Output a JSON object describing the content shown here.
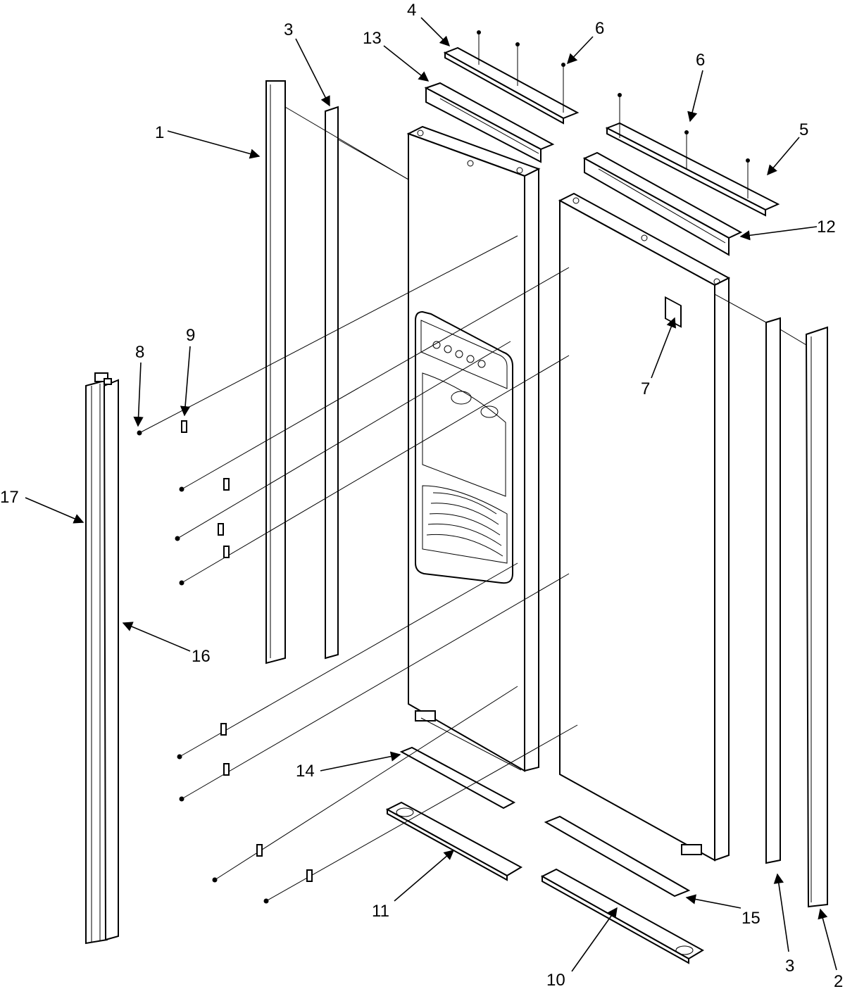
{
  "diagram": {
    "callouts": [
      {
        "id": "c1",
        "label": "1"
      },
      {
        "id": "c2",
        "label": "2"
      },
      {
        "id": "c3a",
        "label": "3"
      },
      {
        "id": "c3b",
        "label": "3"
      },
      {
        "id": "c4",
        "label": "4"
      },
      {
        "id": "c5",
        "label": "5"
      },
      {
        "id": "c6a",
        "label": "6"
      },
      {
        "id": "c6b",
        "label": "6"
      },
      {
        "id": "c7",
        "label": "7"
      },
      {
        "id": "c8",
        "label": "8"
      },
      {
        "id": "c9",
        "label": "9"
      },
      {
        "id": "c10",
        "label": "10"
      },
      {
        "id": "c11",
        "label": "11"
      },
      {
        "id": "c12",
        "label": "12"
      },
      {
        "id": "c13",
        "label": "13"
      },
      {
        "id": "c14",
        "label": "14"
      },
      {
        "id": "c15",
        "label": "15"
      },
      {
        "id": "c16",
        "label": "16"
      },
      {
        "id": "c17",
        "label": "17"
      }
    ]
  }
}
